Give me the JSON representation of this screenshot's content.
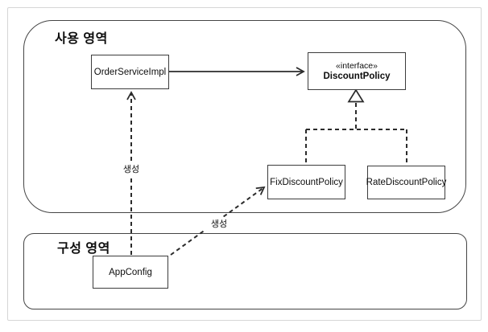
{
  "diagram": {
    "regions": [
      {
        "id": "usage",
        "label": "사용 영역"
      },
      {
        "id": "config",
        "label": "구성 영역"
      }
    ],
    "nodes": [
      {
        "id": "order-service-impl",
        "label": "OrderServiceImpl"
      },
      {
        "id": "discount-policy",
        "stereotype": "«interface»",
        "label": "DiscountPolicy"
      },
      {
        "id": "fix-discount-policy",
        "label": "FixDiscountPolicy"
      },
      {
        "id": "rate-discount-policy",
        "label": "RateDiscountPolicy"
      },
      {
        "id": "app-config",
        "label": "AppConfig"
      }
    ],
    "edges": [
      {
        "from": "OrderServiceImpl",
        "to": "DiscountPolicy",
        "type": "solid-dependency-arrow",
        "label": ""
      },
      {
        "from": "FixDiscountPolicy",
        "to": "DiscountPolicy",
        "type": "dashed-realization",
        "label": ""
      },
      {
        "from": "RateDiscountPolicy",
        "to": "DiscountPolicy",
        "type": "dashed-realization",
        "label": ""
      },
      {
        "from": "AppConfig",
        "to": "OrderServiceImpl",
        "type": "dashed-create-arrow",
        "label": "생성"
      },
      {
        "from": "AppConfig",
        "to": "FixDiscountPolicy",
        "type": "dashed-create-arrow",
        "label": "생성"
      }
    ],
    "colors": {
      "line": "#2b2b2b",
      "region_border": "#454545",
      "frame_border": "#d6d6d6",
      "background": "#ffffff",
      "text": "#0d0d0d"
    }
  }
}
